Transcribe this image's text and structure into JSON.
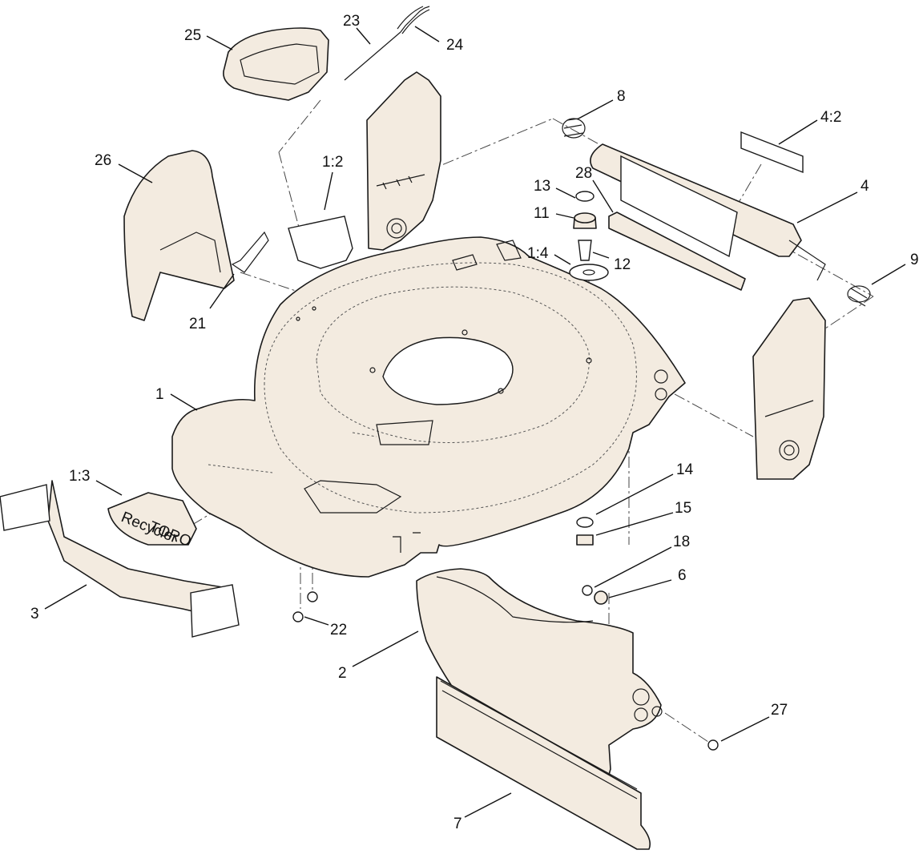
{
  "diagram": {
    "callouts": [
      {
        "id": "c25",
        "text": "25"
      },
      {
        "id": "c23",
        "text": "23"
      },
      {
        "id": "c24",
        "text": "24"
      },
      {
        "id": "c8",
        "text": "8"
      },
      {
        "id": "c4_2",
        "text": "4:2"
      },
      {
        "id": "c26",
        "text": "26"
      },
      {
        "id": "c1_2",
        "text": "1:2"
      },
      {
        "id": "c28",
        "text": "28"
      },
      {
        "id": "c13",
        "text": "13"
      },
      {
        "id": "c4",
        "text": "4"
      },
      {
        "id": "c11",
        "text": "11"
      },
      {
        "id": "c1_4",
        "text": "1:4"
      },
      {
        "id": "c12",
        "text": "12"
      },
      {
        "id": "c9",
        "text": "9"
      },
      {
        "id": "c21",
        "text": "21"
      },
      {
        "id": "c1",
        "text": "1"
      },
      {
        "id": "c14",
        "text": "14"
      },
      {
        "id": "c1_3",
        "text": "1:3"
      },
      {
        "id": "c15",
        "text": "15"
      },
      {
        "id": "c18",
        "text": "18"
      },
      {
        "id": "c6",
        "text": "6"
      },
      {
        "id": "c3",
        "text": "3"
      },
      {
        "id": "c22",
        "text": "22"
      },
      {
        "id": "c2",
        "text": "2"
      },
      {
        "id": "c27",
        "text": "27"
      },
      {
        "id": "c7",
        "text": "7"
      }
    ],
    "decal_brand": "TORO",
    "decal_model": "Recycler"
  }
}
